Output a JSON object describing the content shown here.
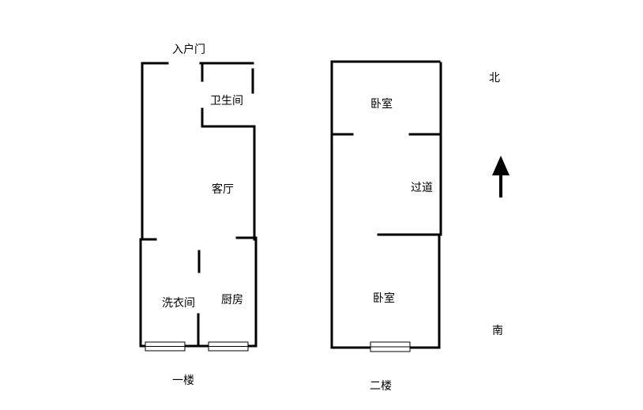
{
  "floor1": {
    "entrance_label": "入户门",
    "bathroom_label": "卫生间",
    "living_room_label": "客厅",
    "laundry_label": "洗衣间",
    "kitchen_label": "厨房",
    "floor_label": "一楼"
  },
  "floor2": {
    "bedroom_north_label": "卧室",
    "corridor_label": "过道",
    "bedroom_south_label": "卧室",
    "floor_label": "二楼"
  },
  "compass": {
    "north_label": "北",
    "south_label": "南",
    "arrow_icon": "north-arrow-icon"
  },
  "colors": {
    "wall": "#000000",
    "background": "#ffffff",
    "window_fill": "#ffffff"
  }
}
